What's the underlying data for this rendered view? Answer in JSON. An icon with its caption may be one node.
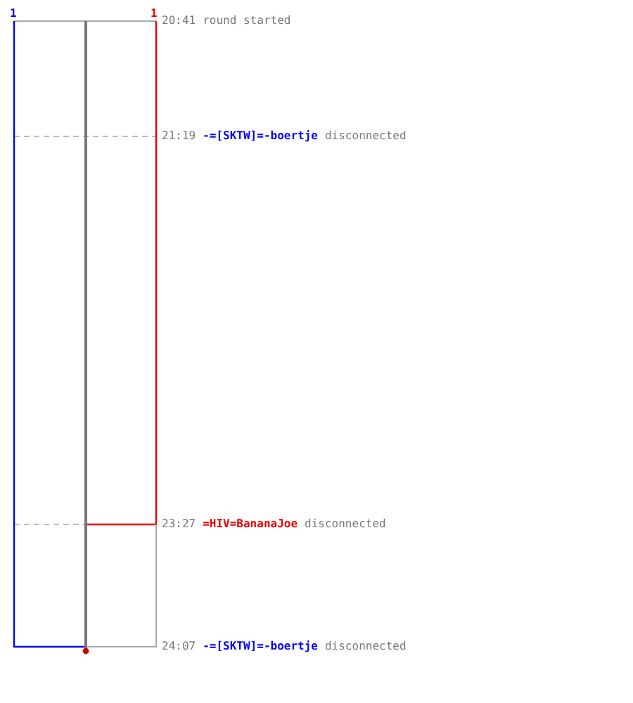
{
  "diagram": {
    "labels": [
      "1",
      "1",
      "20:41",
      "round started",
      "21:19",
      "-=[SKTW]=-boertje",
      "disconnected",
      "23:27",
      "=HIV=BananaJoe",
      "disconnected",
      "24:07",
      "-=[SKTW]=-boertje",
      "disconnected"
    ]
  }
}
